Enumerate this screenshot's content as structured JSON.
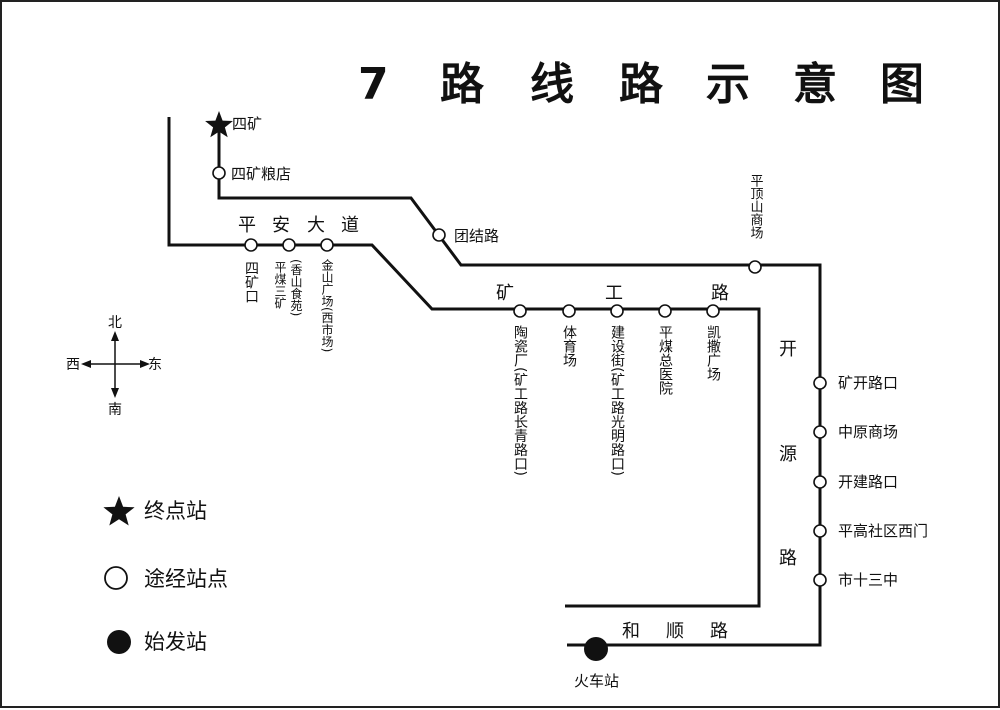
{
  "title": {
    "number": "7",
    "chars": [
      "路",
      "线",
      "路",
      "示",
      "意",
      "图"
    ]
  },
  "roads": {
    "pingan": [
      "平",
      "安",
      "大",
      "道"
    ],
    "kuanggong": [
      "矿",
      "工",
      "路"
    ],
    "kaiyuan": [
      "开",
      "源",
      "路"
    ],
    "heshun": [
      "和",
      "顺",
      "路"
    ]
  },
  "stations": {
    "terminus": "四矿",
    "silang": "四矿粮店",
    "tuanjie": "团结路",
    "sikuangkou": "四矿口",
    "xiangshan": "(香山食苑)",
    "pingmei3": "平煤三矿",
    "jinshan": "金山广场(西市场)",
    "pingding": "平顶山商场",
    "taoci": "陶瓷厂(矿工路长青路口)",
    "tiyu": "体育场",
    "jianshe": "建设街(矿工路光明路口)",
    "pingmeizong": "平煤总医院",
    "kaisa": "凯撒广场",
    "kuangkai": "矿开路口",
    "zhongyuan": "中原商场",
    "kaijian": "开建路口",
    "pinggao": "平高社区西门",
    "shi13": "市十三中",
    "train": "火车站"
  },
  "compass": {
    "north": "北",
    "south": "南",
    "west": "西",
    "east": "东"
  },
  "legend": {
    "terminal": "终点站",
    "via": "途经站点",
    "origin": "始发站"
  }
}
